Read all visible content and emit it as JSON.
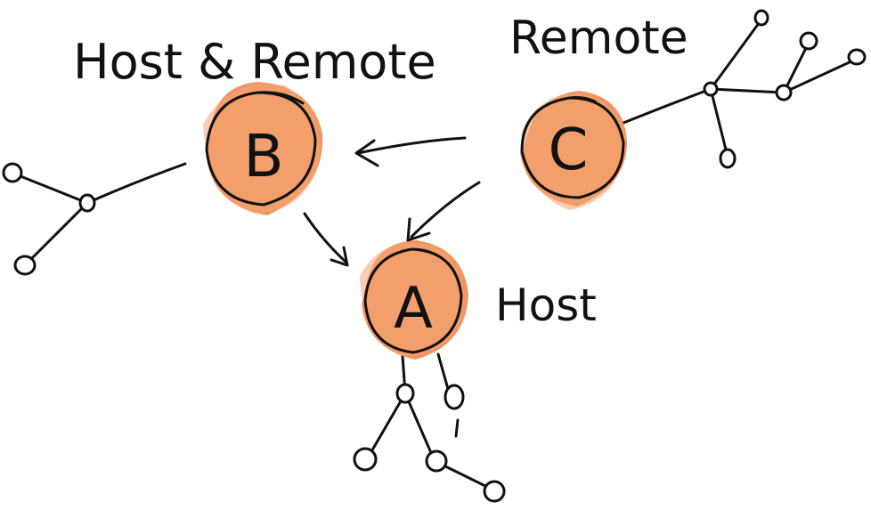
{
  "nodes": {
    "a": {
      "letter": "A",
      "label": "Host"
    },
    "b": {
      "letter": "B",
      "label": "Host & Remote"
    },
    "c": {
      "letter": "C",
      "label": "Remote"
    }
  },
  "colors": {
    "node_fill": "#ef8a52",
    "node_fill_light": "#f4a774",
    "ink": "#111111"
  }
}
